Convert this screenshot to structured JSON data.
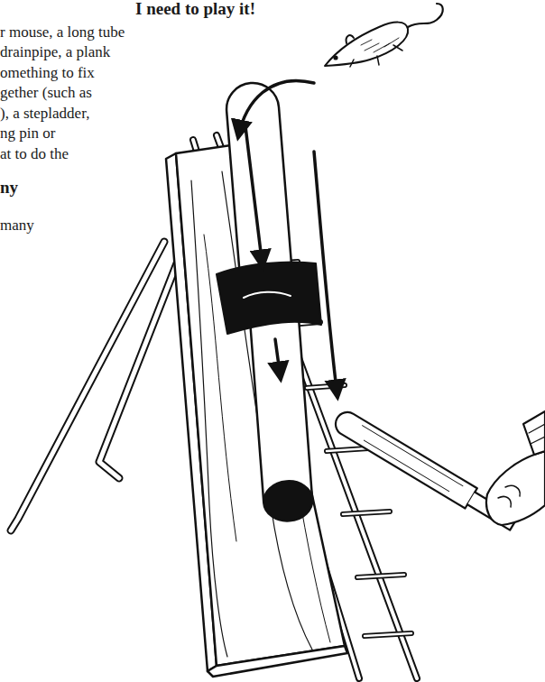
{
  "diagram": {
    "title": "I need to play it!",
    "labels": [
      "r mouse, a long tube",
      "drainpipe, a plank",
      "omething to fix",
      "gether (such as",
      "), a stepladder,",
      "ng pin or",
      "at to do the",
      "ny",
      "many"
    ]
  }
}
